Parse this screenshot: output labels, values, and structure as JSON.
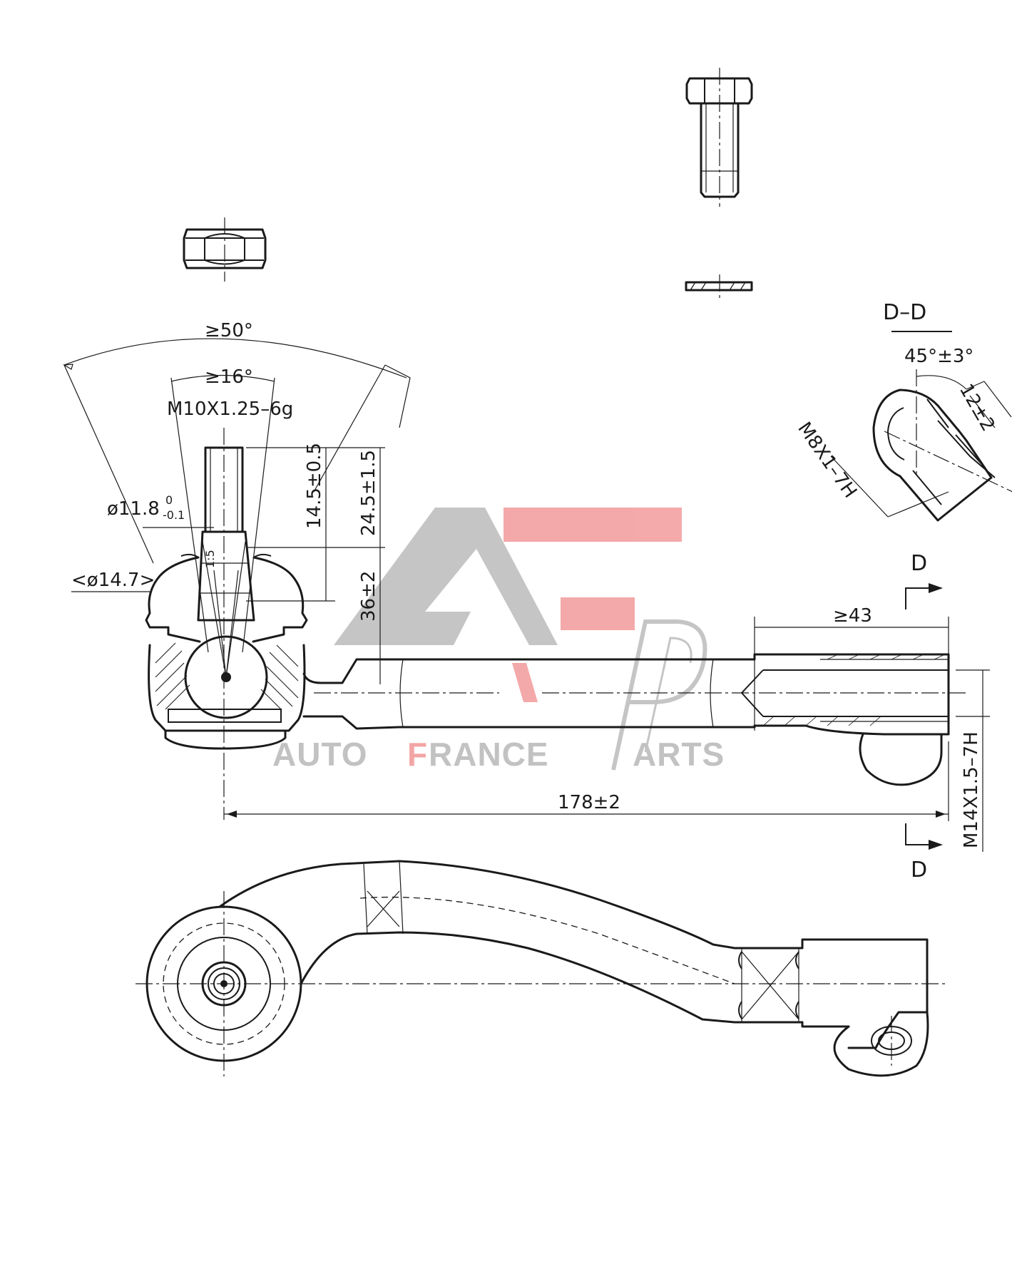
{
  "watermark": {
    "word1": "AUTO",
    "word2_initial": "F",
    "word2_rest": "RANCE",
    "word3_rest": "ARTS",
    "colors": {
      "grey": "#c2c2c2",
      "red": "#f3a5a5"
    }
  },
  "dimensions": {
    "angle_outer": "≥50°",
    "angle_inner": "≥16°",
    "thread_stud": "M10X1.25–6g",
    "dia_taper": "ø11.8",
    "dia_taper_upper_tol": "0",
    "dia_taper_lower_tol": "-0.1",
    "dia_boot": "<ø14.7>",
    "len_taper": "14.5±0.5",
    "len_stud": "24.5±1.5",
    "height_center": "36±2",
    "small_15": "1:5",
    "thread_depth": "≥43",
    "overall_length": "178±2",
    "thread_rod": "M14X1.5–7H"
  },
  "section": {
    "label": "D–D",
    "marker_top": "D",
    "marker_bottom": "D",
    "angle": "45°±3°",
    "slot_width": "12±2",
    "thread_clamp": "M8X1–7H"
  }
}
